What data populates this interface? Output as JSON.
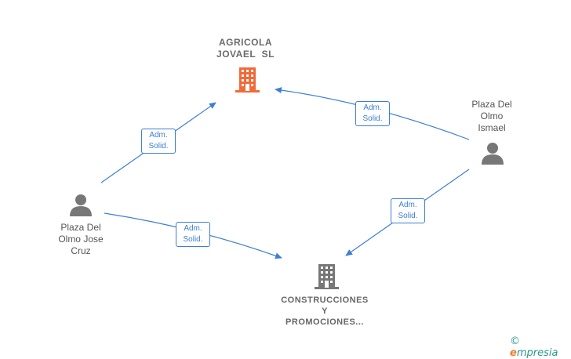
{
  "nodes": {
    "agricola": {
      "label_line1": "AGRICOLA",
      "label_line2": "JOVAEL  SL",
      "icon": "building-icon",
      "color": "#f26a3a"
    },
    "construcciones": {
      "label_line1": "CONSTRUCCIONES",
      "label_line2": "Y",
      "label_line3": "PROMOCIONES...",
      "icon": "building-icon",
      "color": "#777777"
    },
    "jose_cruz": {
      "label_line1": "Plaza Del",
      "label_line2": "Olmo Jose",
      "label_line3": "Cruz",
      "icon": "person-icon"
    },
    "ismael": {
      "label_line1": "Plaza Del",
      "label_line2": "Olmo",
      "label_line3": "Ismael",
      "icon": "person-icon"
    }
  },
  "edges": [
    {
      "line1": "Adm.",
      "line2": "Solid."
    },
    {
      "line1": "Adm.",
      "line2": "Solid."
    },
    {
      "line1": "Adm.",
      "line2": "Solid."
    },
    {
      "line1": "Adm.",
      "line2": "Solid."
    }
  ],
  "colors": {
    "edge": "#3d7fd4",
    "person": "#777777"
  },
  "logo": {
    "copyright": "©",
    "brand_first": "e",
    "brand_rest": "mpresia"
  }
}
